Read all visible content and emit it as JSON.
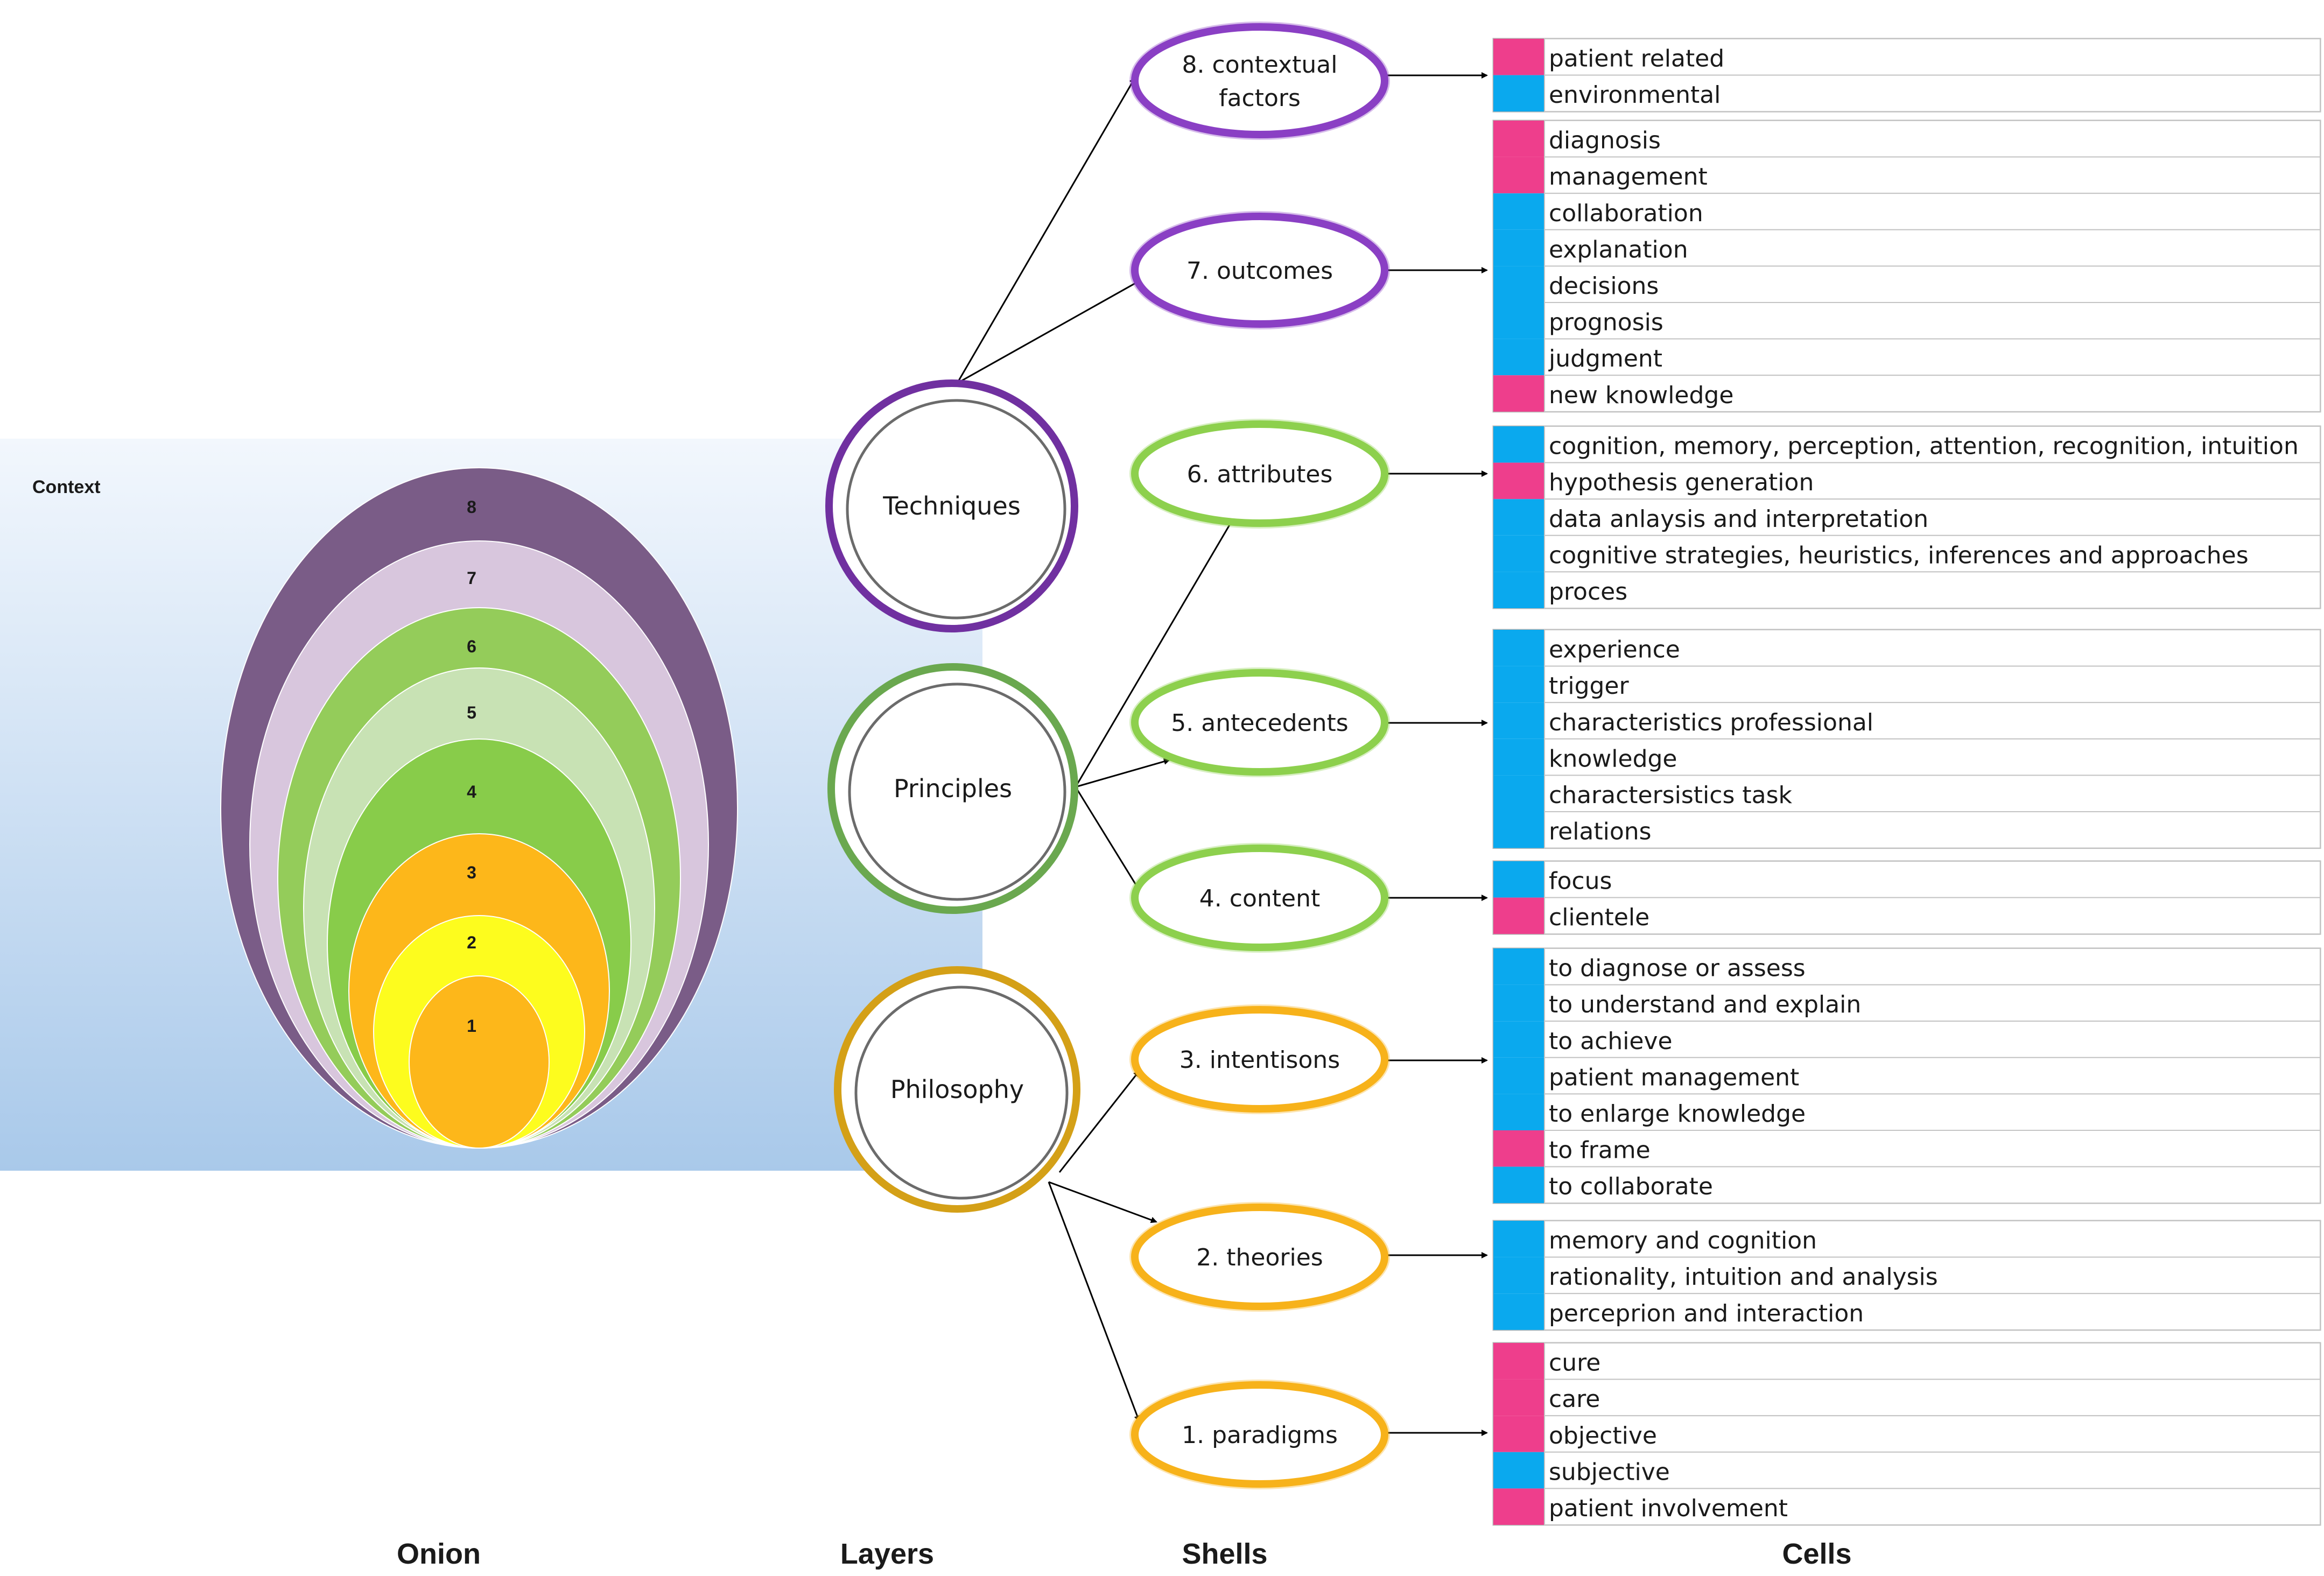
{
  "colors": {
    "pink": "#ee3e8c",
    "blue": "#0aa9ee",
    "purple": "#7030a0",
    "green": "#8dd04d",
    "gold": "#f7b21a"
  },
  "onion": {
    "context_label": "Context",
    "rings": [
      {
        "label": "8",
        "color": "#7a5c87"
      },
      {
        "label": "7",
        "color": "#d8c6dd"
      },
      {
        "label": "6",
        "color": "#94cc5a"
      },
      {
        "label": "5",
        "color": "#c8e2b4"
      },
      {
        "label": "4",
        "color": "#88cc4a"
      },
      {
        "label": "3",
        "color": "#fdb71a"
      },
      {
        "label": "2",
        "color": "#fdfc1e"
      },
      {
        "label": "1",
        "color": "#fdb71a"
      }
    ]
  },
  "layers": [
    {
      "label": "Techniques",
      "color": "#7030a0"
    },
    {
      "label": "Principles",
      "color": "#6aa84f"
    },
    {
      "label": "Philosophy",
      "color": "#d4a017"
    }
  ],
  "shells": [
    {
      "lines": [
        "8. contextual",
        "factors"
      ],
      "color": "#8a3fc4"
    },
    {
      "lines": [
        "7. outcomes"
      ],
      "color": "#8a3fc4"
    },
    {
      "lines": [
        "6. attributes"
      ],
      "color": "#8dd04d"
    },
    {
      "lines": [
        "5. antecedents"
      ],
      "color": "#8dd04d"
    },
    {
      "lines": [
        "4. content"
      ],
      "color": "#8dd04d"
    },
    {
      "lines": [
        "3. intentisons"
      ],
      "color": "#f7b21a"
    },
    {
      "lines": [
        "2. theories"
      ],
      "color": "#f7b21a"
    },
    {
      "lines": [
        "1. paradigms"
      ],
      "color": "#f7b21a"
    }
  ],
  "cell_groups": [
    {
      "items": [
        {
          "text": "patient related",
          "color": "pink"
        },
        {
          "text": "environmental",
          "color": "blue"
        }
      ]
    },
    {
      "items": [
        {
          "text": "diagnosis",
          "color": "pink"
        },
        {
          "text": "management",
          "color": "pink"
        },
        {
          "text": "collaboration",
          "color": "blue"
        },
        {
          "text": "explanation",
          "color": "blue"
        },
        {
          "text": "decisions",
          "color": "blue"
        },
        {
          "text": "prognosis",
          "color": "blue"
        },
        {
          "text": "judgment",
          "color": "blue"
        },
        {
          "text": "new knowledge",
          "color": "pink"
        }
      ]
    },
    {
      "items": [
        {
          "text": "cognition, memory, perception, attention, recognition, intuition",
          "color": "blue"
        },
        {
          "text": "hypothesis generation",
          "color": "pink"
        },
        {
          "text": "data anlaysis and interpretation",
          "color": "blue"
        },
        {
          "text": "cognitive strategies, heuristics, inferences and approaches",
          "color": "blue"
        },
        {
          "text": "proces",
          "color": "blue"
        }
      ]
    },
    {
      "items": [
        {
          "text": "experience",
          "color": "blue"
        },
        {
          "text": "trigger",
          "color": "blue"
        },
        {
          "text": "characteristics professional",
          "color": "blue"
        },
        {
          "text": "knowledge",
          "color": "blue"
        },
        {
          "text": "charactersistics task",
          "color": "blue"
        },
        {
          "text": "relations",
          "color": "blue"
        }
      ]
    },
    {
      "items": [
        {
          "text": "focus",
          "color": "blue"
        },
        {
          "text": "clientele",
          "color": "pink"
        }
      ]
    },
    {
      "items": [
        {
          "text": "to diagnose or assess",
          "color": "blue"
        },
        {
          "text": "to understand and explain",
          "color": "blue"
        },
        {
          "text": "to achieve",
          "color": "blue"
        },
        {
          "text": "patient management",
          "color": "blue"
        },
        {
          "text": "to enlarge knowledge",
          "color": "blue"
        },
        {
          "text": "to frame",
          "color": "pink"
        },
        {
          "text": "to collaborate",
          "color": "blue"
        }
      ]
    },
    {
      "items": [
        {
          "text": "memory and cognition",
          "color": "blue"
        },
        {
          "text": "rationality, intuition and analysis",
          "color": "blue"
        },
        {
          "text": "perceprion and interaction",
          "color": "blue"
        }
      ]
    },
    {
      "items": [
        {
          "text": "cure",
          "color": "pink"
        },
        {
          "text": "care",
          "color": "pink"
        },
        {
          "text": "objective",
          "color": "pink"
        },
        {
          "text": "subjective",
          "color": "blue"
        },
        {
          "text": "patient involvement",
          "color": "pink"
        }
      ]
    }
  ],
  "column_labels": [
    "Onion",
    "Layers",
    "Shells",
    "Cells"
  ]
}
